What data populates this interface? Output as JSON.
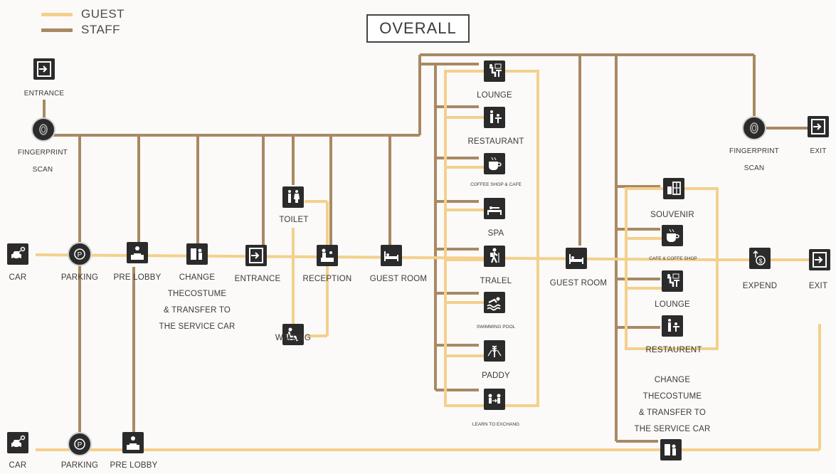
{
  "title": "OVERALL",
  "legend": [
    {
      "label": "GUEST",
      "color": "#f3d08c"
    },
    {
      "label": "STAFF",
      "color": "#a88964"
    }
  ],
  "colors": {
    "guest": "#f3d08c",
    "staff": "#a88964",
    "icon": "#2b2b2b"
  },
  "nodes": {
    "entrance_staff": {
      "label": "ENTRANCE",
      "icon": "entrance-icon"
    },
    "fingerprint_1": {
      "label": "FINGERPRINT SCAN",
      "icon": "fingerprint-icon"
    },
    "fingerprint_2": {
      "label": "FINGERPRINT SCAN",
      "icon": "fingerprint-icon"
    },
    "exit_staff": {
      "label": "EXIT",
      "icon": "exit-icon"
    },
    "car_1": {
      "label": "CAR",
      "icon": "car-key-icon"
    },
    "parking_1": {
      "label": "PARKING",
      "icon": "parking-icon"
    },
    "prelobby_1": {
      "label": "PRE LOBBY",
      "icon": "reception-desk-icon"
    },
    "change_1": {
      "label": "CHANGE THECOSTUME & TRANSFER TO THE SERVICE CAR",
      "icon": "change-costume-icon"
    },
    "entrance_guest": {
      "label": "ENTRANCE",
      "icon": "entrance-icon"
    },
    "toilet": {
      "label": "TOILET",
      "icon": "toilet-icon"
    },
    "waiting": {
      "label": "WAITING",
      "icon": "waiting-icon"
    },
    "reception": {
      "label": "RECEPTION",
      "icon": "reception-icon"
    },
    "guest_room_1": {
      "label": "GUEST ROOM",
      "icon": "bed-icon"
    },
    "lounge_1": {
      "label": "LOUNGE",
      "icon": "lounge-icon"
    },
    "restaurant_1": {
      "label": "RESTAURANT",
      "icon": "restaurant-icon"
    },
    "coffee_1": {
      "label": "COFFEE SHOP & CAFE",
      "icon": "coffee-icon"
    },
    "spa": {
      "label": "SPA",
      "icon": "spa-icon"
    },
    "travel": {
      "label": "TRALEL",
      "icon": "hiker-icon"
    },
    "swimming": {
      "label": "SWIMMING POOL",
      "icon": "swimmer-icon"
    },
    "paddy": {
      "label": "PADDY",
      "icon": "paddy-icon"
    },
    "learn": {
      "label": "LEARN TO EXCHANG",
      "icon": "exchange-icon"
    },
    "guest_room_2": {
      "label": "GUEST ROOM",
      "icon": "bed-icon"
    },
    "souvenir": {
      "label": "SOUVENIR",
      "icon": "souvenir-icon"
    },
    "coffee_2": {
      "label": "CAFE & COFFE SHOP",
      "icon": "coffee-icon"
    },
    "lounge_2": {
      "label": "LOUNGE",
      "icon": "lounge-icon"
    },
    "restaurant_2": {
      "label": "RESTAURENT",
      "icon": "restaurant-icon"
    },
    "expend": {
      "label": "EXPEND",
      "icon": "money-icon"
    },
    "exit_guest": {
      "label": "EXIT",
      "icon": "exit-icon"
    },
    "change_2": {
      "label": "CHANGE THECOSTUME & TRANSFER TO THE SERVICE CAR",
      "icon": "change-costume-icon"
    },
    "car_2": {
      "label": "CAR",
      "icon": "car-key-icon"
    },
    "parking_2": {
      "label": "PARKING",
      "icon": "parking-icon"
    },
    "prelobby_2": {
      "label": "PRE LOBBY",
      "icon": "reception-desk-icon"
    }
  },
  "labels_split": {
    "fingerprint_1": [
      "FINGERPRINT",
      "SCAN"
    ],
    "fingerprint_2": [
      "FINGERPRINT",
      "SCAN"
    ],
    "change_1": [
      "CHANGE",
      "THECOSTUME",
      "& TRANSFER TO",
      "THE SERVICE CAR"
    ],
    "change_2": [
      "CHANGE",
      "THECOSTUME",
      "& TRANSFER TO",
      "THE SERVICE CAR"
    ]
  }
}
